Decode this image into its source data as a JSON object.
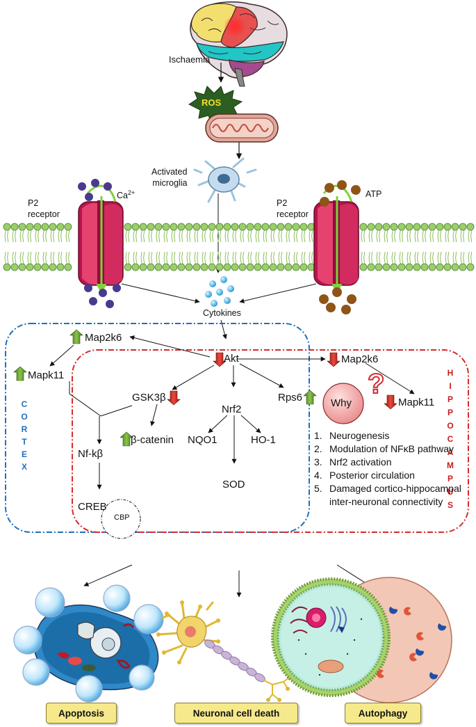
{
  "top": {
    "ischaemia": "Ischaemia",
    "ros": "ROS",
    "activated_microglia": "Activated\nmicroglia"
  },
  "receptors": {
    "left_label": "P2\nreceptor",
    "left_ion": "Ca",
    "left_ion_sup": "2+",
    "right_label": "P2\nreceptor",
    "right_ion": "ATP"
  },
  "cytokines": "Cytokines",
  "cortex": {
    "region_label": "CORTEX",
    "map2k6": "Map2k6",
    "mapk11": "Mapk11",
    "nfkb": "Nf-kβ",
    "creb": "CREB",
    "cbp": "CBP"
  },
  "shared": {
    "akt": "Akt",
    "gsk3b": "GSK3β",
    "beta_catenin": "β-catenin",
    "nrf2": "Nrf2",
    "nqo1": "NQO1",
    "ho1": "HO-1",
    "sod": "SOD",
    "rps6": "Rps6"
  },
  "hippocampus": {
    "region_label": "HIPPOCAMPUS",
    "map2k6": "Map2k6",
    "mapk11": "Mapk11",
    "why": "Why",
    "question_mark": "?",
    "reasons": [
      {
        "num": "1.",
        "text": "Neurogenesis"
      },
      {
        "num": "2.",
        "text": "Modulation of NFκB pathway"
      },
      {
        "num": "3.",
        "text": "Nrf2 activation"
      },
      {
        "num": "4.",
        "text": "Posterior circulation"
      },
      {
        "num": "5.",
        "text": "Damaged cortico-hippocampal inter-neuronal connectivity"
      }
    ]
  },
  "outcomes": {
    "apoptosis": "Apoptosis",
    "neuronal_death": "Neuronal cell death",
    "autophagy": "Autophagy"
  },
  "colors": {
    "cortex_border": "#1f6fc0",
    "hippocampus_border": "#d42a2a",
    "up_arrow": "#5f8f2e",
    "down_arrow": "#c81e1e",
    "receptor": "#cc1f5a",
    "membrane_head": "#9bcf6c",
    "outcome_box": "#f6e98b"
  }
}
